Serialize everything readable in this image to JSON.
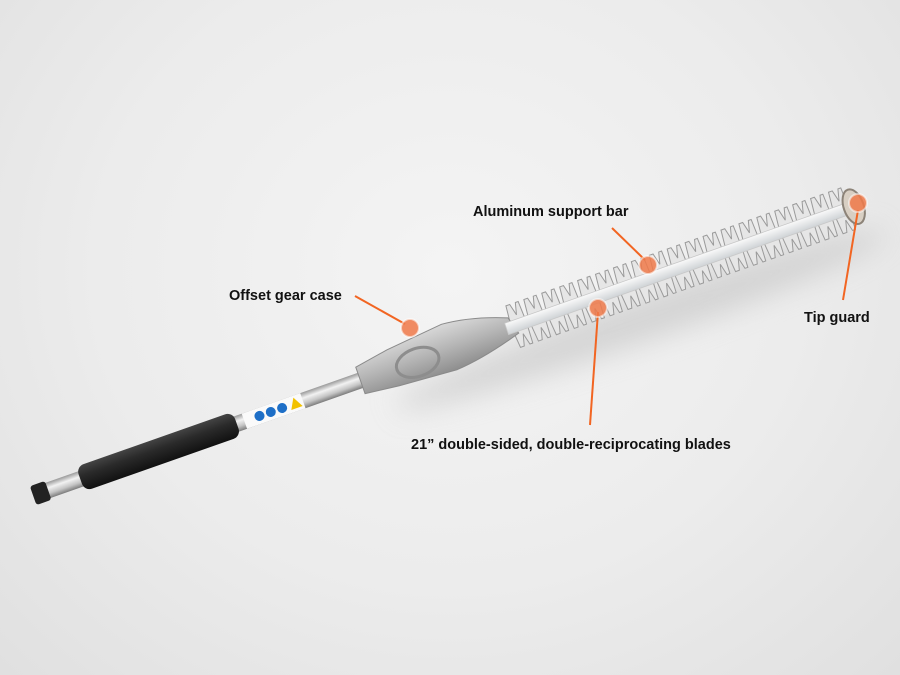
{
  "callouts": {
    "gear_case": "Offset gear case",
    "support_bar": "Aluminum support bar",
    "tip_guard": "Tip guard",
    "blades": "21” double-sided, double-reciprocating blades"
  },
  "colors": {
    "accent": "#f26522",
    "dot": "#f07a4a",
    "grip": "#2a2a2a"
  }
}
